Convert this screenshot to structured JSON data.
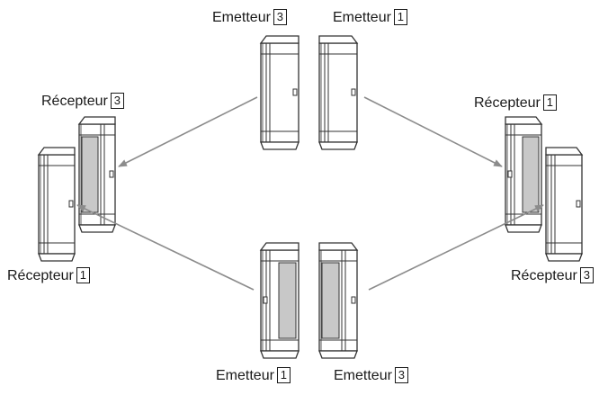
{
  "labels": {
    "top_left": {
      "text": "Emetteur",
      "num": "3"
    },
    "top_right": {
      "text": "Emetteur",
      "num": "1"
    },
    "left_upper": {
      "text": "Récepteur",
      "num": "3"
    },
    "left_lower": {
      "text": "Récepteur",
      "num": "1"
    },
    "right_upper": {
      "text": "Récepteur",
      "num": "1"
    },
    "right_lower": {
      "text": "Récepteur",
      "num": "3"
    },
    "bottom_left": {
      "text": "Emetteur",
      "num": "1"
    },
    "bottom_right": {
      "text": "Emetteur",
      "num": "3"
    }
  },
  "colors": {
    "line": "#333333",
    "arrow": "#8c8c8c",
    "device_fill": "#ffffff",
    "face_fill": "#c8c8c8"
  }
}
